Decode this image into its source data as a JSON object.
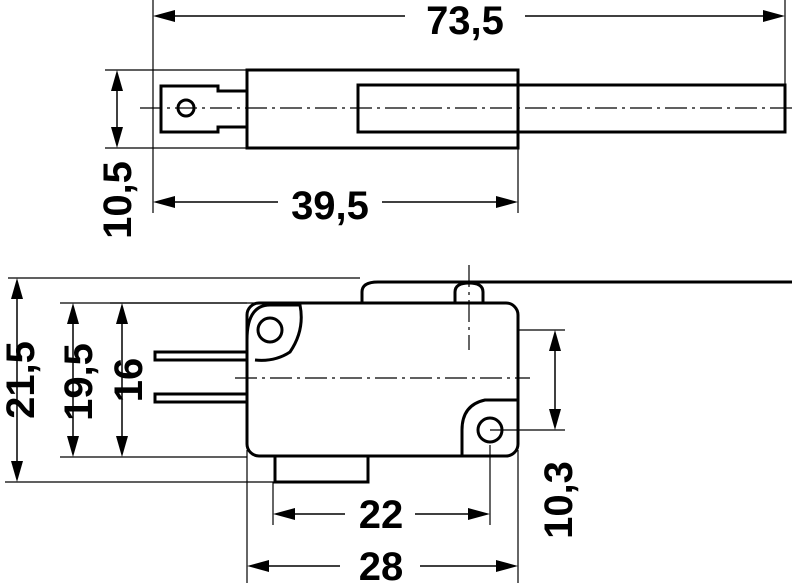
{
  "top_view": {
    "overall_length": "73,5",
    "height": "10,5",
    "body_length": "39,5"
  },
  "side_view": {
    "height_with_lever": "21,5",
    "height_with_button": "19,5",
    "body_height": "16",
    "mounting_hole_vertical_spacing": "10,3",
    "mounting_hole_horizontal_spacing": "22",
    "body_length": "28"
  }
}
